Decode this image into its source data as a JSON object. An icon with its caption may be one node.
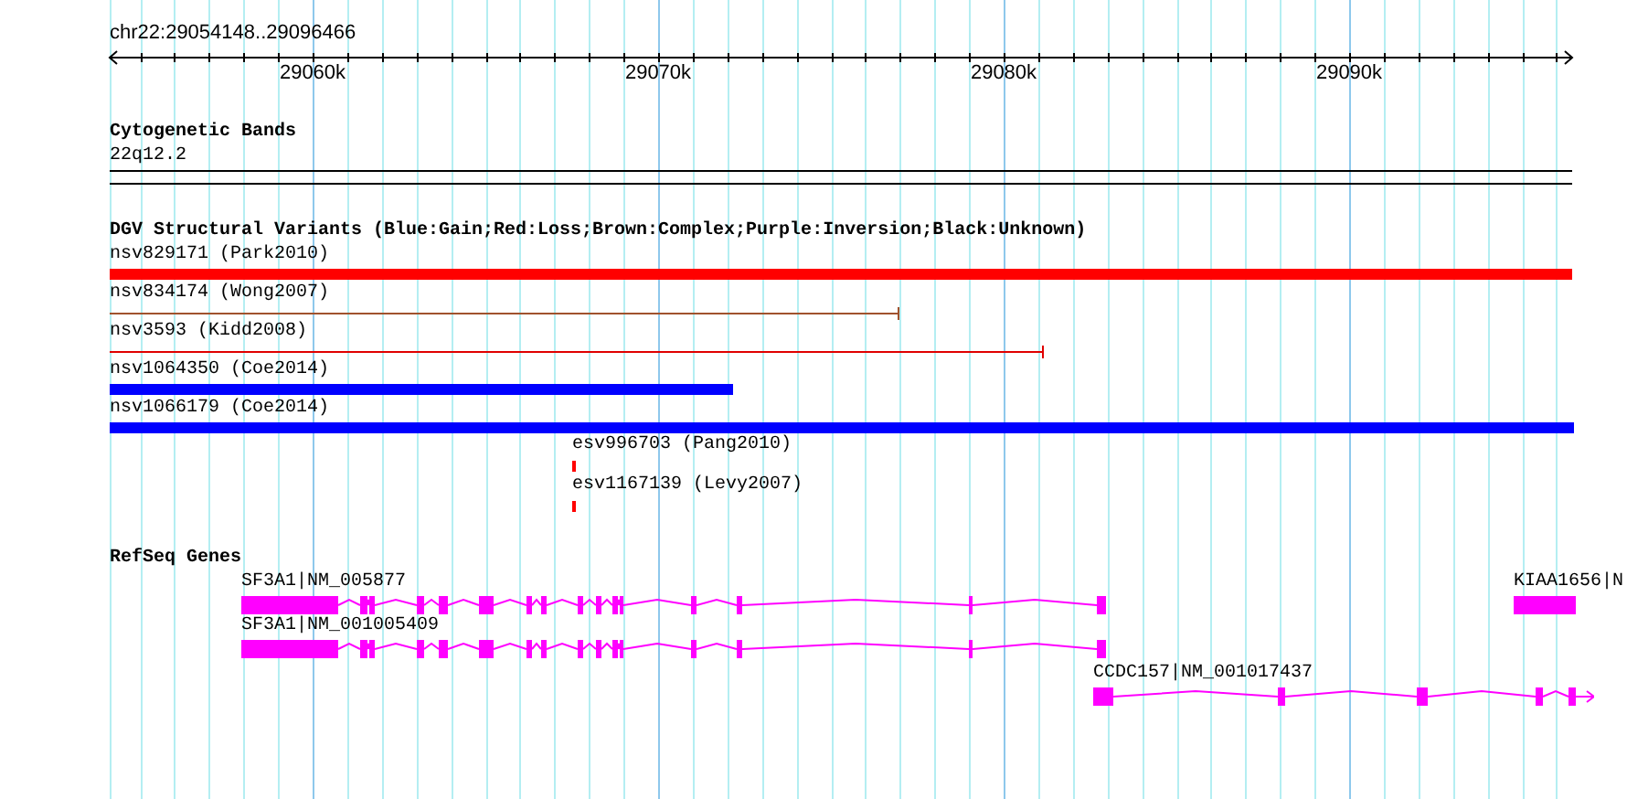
{
  "diagram": {
    "nodes": [
      {
        "text": [
          "22q12.2"
        ]
      },
      {
        "text": [
          "nsv829171 (Park2010)"
        ]
      },
      {
        "text": [
          "nsv834174 (Wong2007)"
        ]
      },
      {
        "text": [
          "nsv3593 (Kidd2008)"
        ]
      },
      {
        "text": [
          "nsv1064350 (Coe2014)"
        ]
      },
      {
        "text": [
          "nsv1066179 (Coe2014)"
        ]
      },
      {
        "text": [
          "esv996703 (Pang2010)"
        ]
      },
      {
        "text": [
          "esv1167139 (Levy2007)"
        ]
      },
      {
        "text": [
          "SF3A1|NM_005877"
        ]
      },
      {
        "text": [
          "KIAA1656|N"
        ]
      },
      {
        "text": [
          "SF3A1|NM_001005409"
        ]
      },
      {
        "text": [
          "CCDC157|NM_001017437"
        ]
      }
    ],
    "edges": [],
    "labels": [
      "chr22:29054148..29096466",
      "29060k",
      "29070k",
      "29080k",
      "29090k",
      "Cytogenetic Bands",
      "DGV Structural Variants (Blue:Gain;Red:Loss;Brown:Complex;Purple:Inversion;Black:Unknown)",
      "RefSeq Genes"
    ]
  }
}
